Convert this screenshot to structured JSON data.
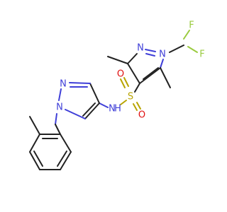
{
  "molecule": {
    "atoms": {
      "f1": {
        "symbol": "F",
        "color": "#9acb3f"
      },
      "f2": {
        "symbol": "F",
        "color": "#9acb3f"
      },
      "n1": {
        "symbol": "N",
        "color": "#3f3fd8"
      },
      "n2": {
        "symbol": "N",
        "color": "#3f3fd8"
      },
      "n3": {
        "symbol": "N",
        "color": "#3f3fd8"
      },
      "n4": {
        "symbol": "N",
        "color": "#3f3fd8"
      },
      "s1": {
        "symbol": "S",
        "color": "#b8a400"
      },
      "o1": {
        "symbol": "O",
        "color": "#e01010"
      },
      "o2": {
        "symbol": "O",
        "color": "#e01010"
      },
      "nh": {
        "symbol": "N",
        "color": "#3f3fd8"
      },
      "h": {
        "symbol": "H",
        "color": "#3f3fd8"
      }
    }
  }
}
